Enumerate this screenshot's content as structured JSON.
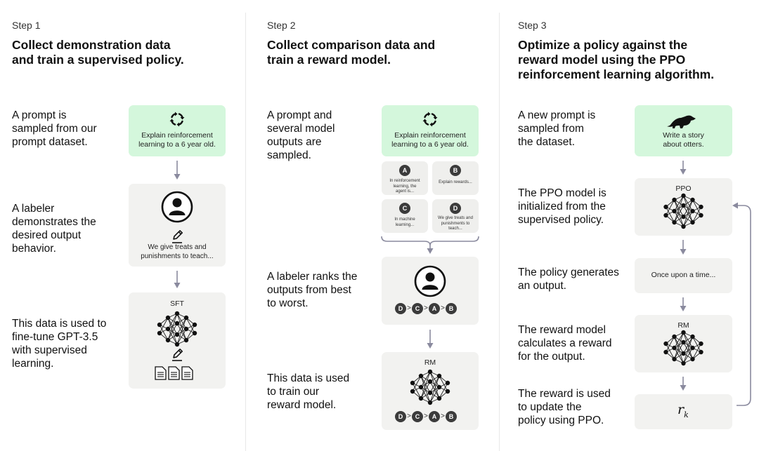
{
  "step1": {
    "label": "Step 1",
    "title_lines": [
      "Collect demonstration data",
      "and train a supervised policy."
    ],
    "descriptions": [
      [
        "A prompt is",
        "sampled from our",
        "prompt dataset."
      ],
      [
        "A labeler",
        "demonstrates the",
        "desired output",
        "behavior."
      ],
      [
        "This data is used to",
        "fine-tune GPT-3.5",
        "with supervised",
        "learning."
      ]
    ],
    "prompt_lines": [
      "Explain reinforcement",
      "learning to a 6 year old."
    ],
    "demo_lines": [
      "We give treats and",
      "punishments to teach..."
    ],
    "model_label": "SFT"
  },
  "step2": {
    "label": "Step 2",
    "title_lines": [
      "Collect comparison data and",
      "train a reward model."
    ],
    "descriptions": [
      [
        "A prompt and",
        "several model",
        "outputs are",
        "sampled."
      ],
      [
        "A labeler ranks the",
        "outputs from best",
        "to worst."
      ],
      [
        "This data is used",
        "to train our",
        "reward model."
      ]
    ],
    "prompt_lines": [
      "Explain reinforcement",
      "learning to a 6 year old."
    ],
    "outputs": [
      {
        "letter": "A",
        "lines": [
          "In reinforcement",
          "learning, the",
          "agent is..."
        ]
      },
      {
        "letter": "B",
        "lines": [
          "Explain rewards..."
        ]
      },
      {
        "letter": "C",
        "lines": [
          "In machine",
          "learning..."
        ]
      },
      {
        "letter": "D",
        "lines": [
          "We give treats and",
          "punishments to",
          "teach..."
        ]
      }
    ],
    "ranking": [
      "D",
      ">",
      "C",
      ">",
      "A",
      ">",
      "B"
    ],
    "model_label": "RM"
  },
  "step3": {
    "label": "Step 3",
    "title_lines": [
      "Optimize a policy against the",
      "reward model using the PPO",
      "reinforcement learning algorithm."
    ],
    "descriptions": [
      [
        "A new prompt is",
        "sampled from",
        "the dataset."
      ],
      [
        "The PPO model is",
        "initialized from the",
        "supervised policy."
      ],
      [
        "The policy generates",
        "an output."
      ],
      [
        "The reward model",
        "calculates a reward",
        "for the output."
      ],
      [
        "The reward is used",
        "to update the",
        "policy using PPO."
      ]
    ],
    "prompt_lines": [
      "Write a story",
      "about otters."
    ],
    "ppo_label": "PPO",
    "output_text": "Once upon a time...",
    "rm_label": "RM",
    "reward_symbol": "r",
    "reward_subscript": "k"
  },
  "icons": {
    "prompt_icon": "refresh-cycle-icon",
    "otter_icon": "otter-icon",
    "labeler_icon": "person-avatar-icon",
    "pencil_icon": "pencil-icon",
    "document_icon": "document-icon",
    "network_icon": "neural-network-icon",
    "arrow_icon": "down-arrow-icon"
  },
  "colors": {
    "prompt_card": "#d4f7dc",
    "card": "#f2f2f0",
    "arrow": "#8a8a9e",
    "badge": "#3b3b3b"
  }
}
